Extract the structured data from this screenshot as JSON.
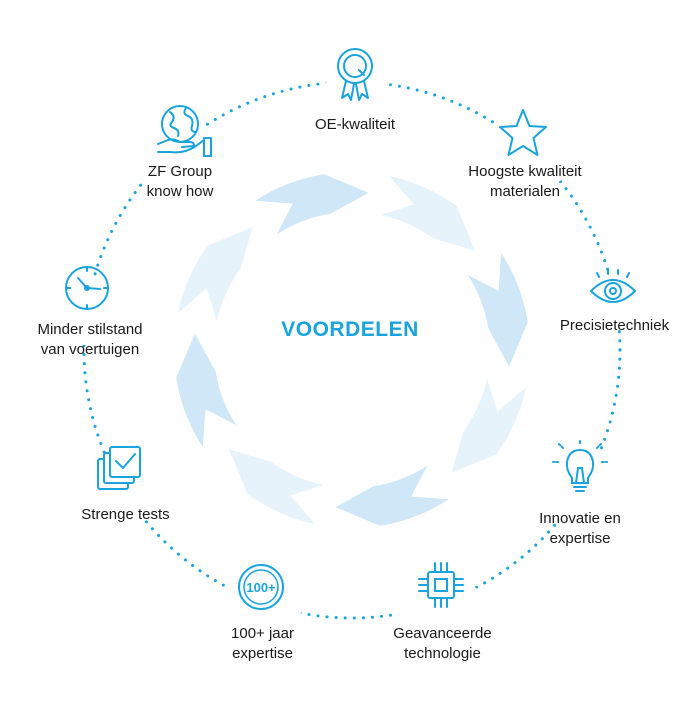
{
  "center_title": "VOORDELEN",
  "colors": {
    "accent": "#1aa3dd",
    "arrow_light": "#e6f3fb",
    "arrow_mid": "#cfe7f6",
    "text": "#1a1a1a"
  },
  "benefits": [
    {
      "id": "oe-kwaliteit",
      "label": "OE-kwaliteit",
      "icon": "award-medal-icon"
    },
    {
      "id": "hoogste-kwaliteit",
      "label": "Hoogste kwaliteit\nmaterialen",
      "icon": "star-icon"
    },
    {
      "id": "precisietechniek",
      "label": "Precisietechniek",
      "icon": "eye-icon"
    },
    {
      "id": "innovatie",
      "label": "Innovatie en\nexpertise",
      "icon": "lightbulb-icon"
    },
    {
      "id": "geavanceerde-technologie",
      "label": "Geavanceerde\ntechnologie",
      "icon": "microchip-icon"
    },
    {
      "id": "100-jaar",
      "label": "100+ jaar\nexpertise",
      "icon": "hundred-plus-icon",
      "icon_text": "100+"
    },
    {
      "id": "strenge-tests",
      "label": "Strenge tests",
      "icon": "checklist-icon"
    },
    {
      "id": "minder-stilstand",
      "label": "Minder stilstand\nvan voertuigen",
      "icon": "clock-icon"
    },
    {
      "id": "zf-group",
      "label": "ZF Group\nknow how",
      "icon": "globe-in-hand-icon"
    }
  ]
}
